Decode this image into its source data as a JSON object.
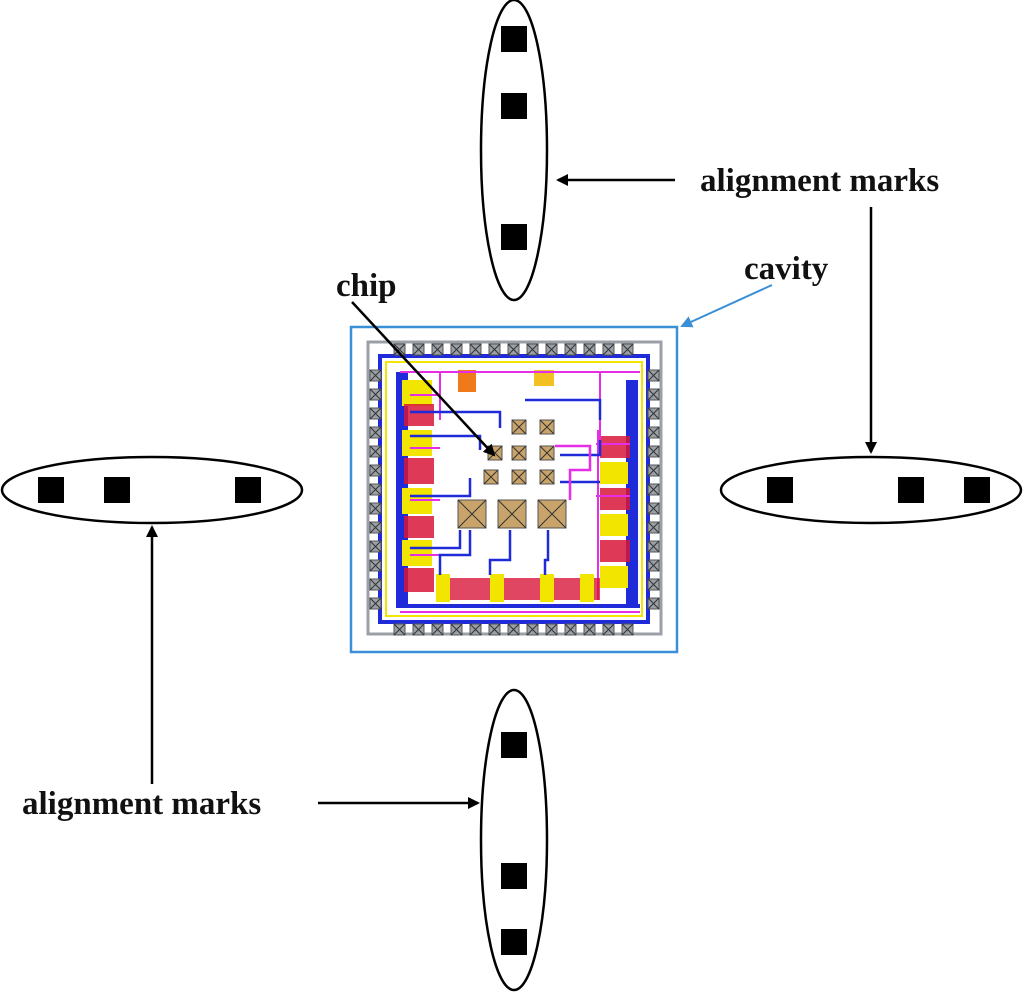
{
  "labels": {
    "alignment_top": "alignment marks",
    "alignment_bottom": "alignment marks",
    "cavity": "cavity",
    "chip": "chip"
  },
  "colors": {
    "cavity_outline": "#3a8fd6",
    "cavity_arrow": "#3a8fd6",
    "chip_metal_blue": "#1f2bd8",
    "chip_pad_yellow": "#f2e600",
    "chip_device_red": "#d8163a",
    "chip_route_magenta": "#e62ee6",
    "chip_pad_khaki": "#c9a46a",
    "chip_border_gray": "#9aa0a6",
    "chip_orange": "#f07a1a"
  },
  "icons": {
    "alignment_mark": "black-square-icon",
    "bond_pad": "crossed-pad-icon"
  }
}
